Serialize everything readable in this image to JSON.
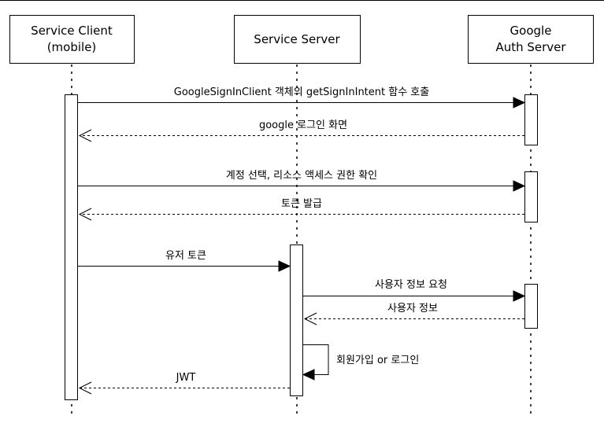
{
  "actors": {
    "client": {
      "line1": "Service Client",
      "line2": "(mobile)"
    },
    "server": {
      "line1": "Service Server"
    },
    "google": {
      "line1": "Google",
      "line2": "Auth Server"
    }
  },
  "messages": {
    "m1": "GoogleSignInClient 객체의 getSignInIntent 함수 호출",
    "m2": "google 로그인 화면",
    "m3": "계정 선택, 리소스 액세스 권한 확인",
    "m4": "토큰 발급",
    "m5": "유저 토큰",
    "m6": "사용자 정보 요청",
    "m7": "사용자 정보",
    "m8": "회원가입 or 로그인",
    "m9": "JWT"
  }
}
